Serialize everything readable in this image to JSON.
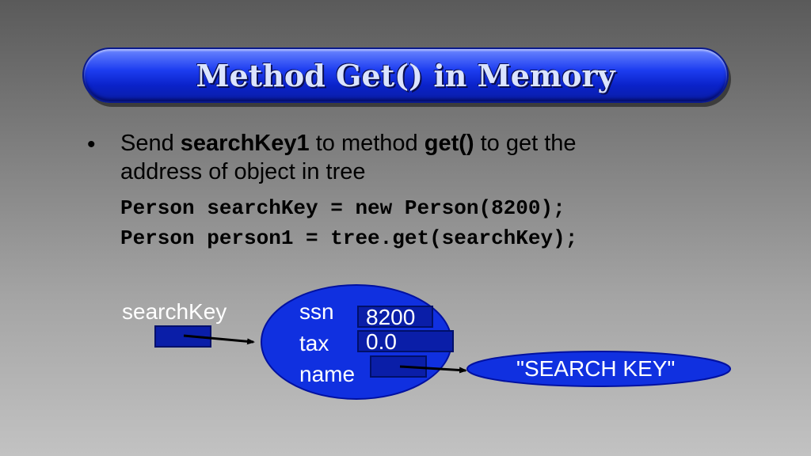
{
  "title": "Method Get() in Memory",
  "bullet": {
    "marker": "•",
    "line1": {
      "t1": "Send ",
      "b1": "searchKey1",
      "t2": " to method ",
      "b2": "get()",
      "t3": " to get the"
    },
    "line2": "address of object in tree",
    "code": [
      "Person searchKey = new Person(8200);",
      "Person person1 = tree.get(searchKey);"
    ]
  },
  "diagram": {
    "variable_label": "searchKey",
    "fields": {
      "ssn_label": "ssn",
      "ssn_value": "8200",
      "tax_label": "tax",
      "tax_value": "0.0",
      "name_label": "name"
    },
    "string_value": "\"SEARCH KEY\"",
    "colors": {
      "object_fill": "#1030e0",
      "box_fill": "#0a1ea8",
      "text": "#ffffff"
    }
  }
}
